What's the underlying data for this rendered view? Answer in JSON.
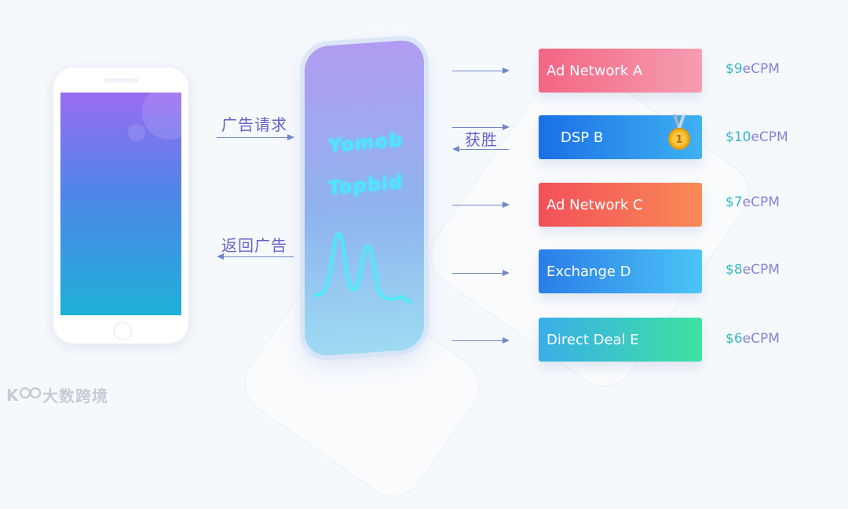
{
  "left_arrows": {
    "request_label": "广告请求",
    "return_label": "返回广告"
  },
  "platform": {
    "line1": "Yomob",
    "line2": "Topbid"
  },
  "win_label": "获胜",
  "networks": [
    {
      "name": "Ad Network A",
      "price": "$9",
      "unit": "eCPM"
    },
    {
      "name": "DSP B",
      "price": "$10",
      "unit": "eCPM",
      "winner": true,
      "medal_text": "1"
    },
    {
      "name": "Ad Network C",
      "price": "$7",
      "unit": "eCPM"
    },
    {
      "name": "Exchange D",
      "price": "$8",
      "unit": "eCPM"
    },
    {
      "name": "Direct Deal E",
      "price": "$6",
      "unit": "eCPM"
    }
  ],
  "watermark": "大数跨境"
}
